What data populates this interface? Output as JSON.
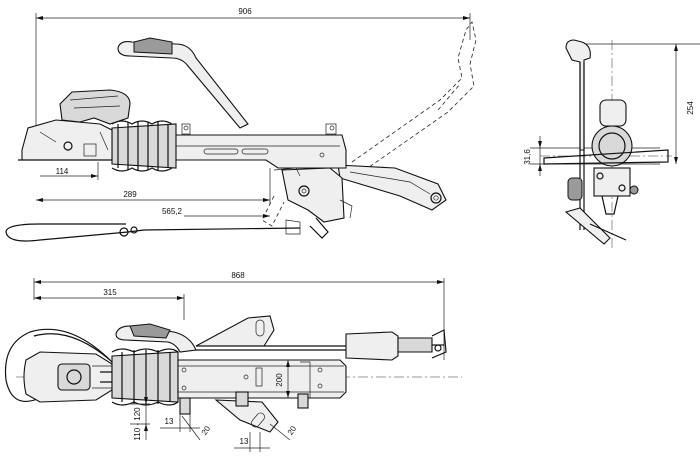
{
  "dimensions": {
    "overall_length_side": "906",
    "coupling_offset": "114",
    "length_289": "289",
    "length_565": "565,2",
    "height_254": "254",
    "height_31": "31,6",
    "overall_length_top": "868",
    "length_315": "315",
    "width_range": "110 - 120",
    "width_200": "200",
    "hole_13_a": "13",
    "hole_13_b": "13",
    "hole_20_a": "20",
    "hole_20_b": "20"
  }
}
